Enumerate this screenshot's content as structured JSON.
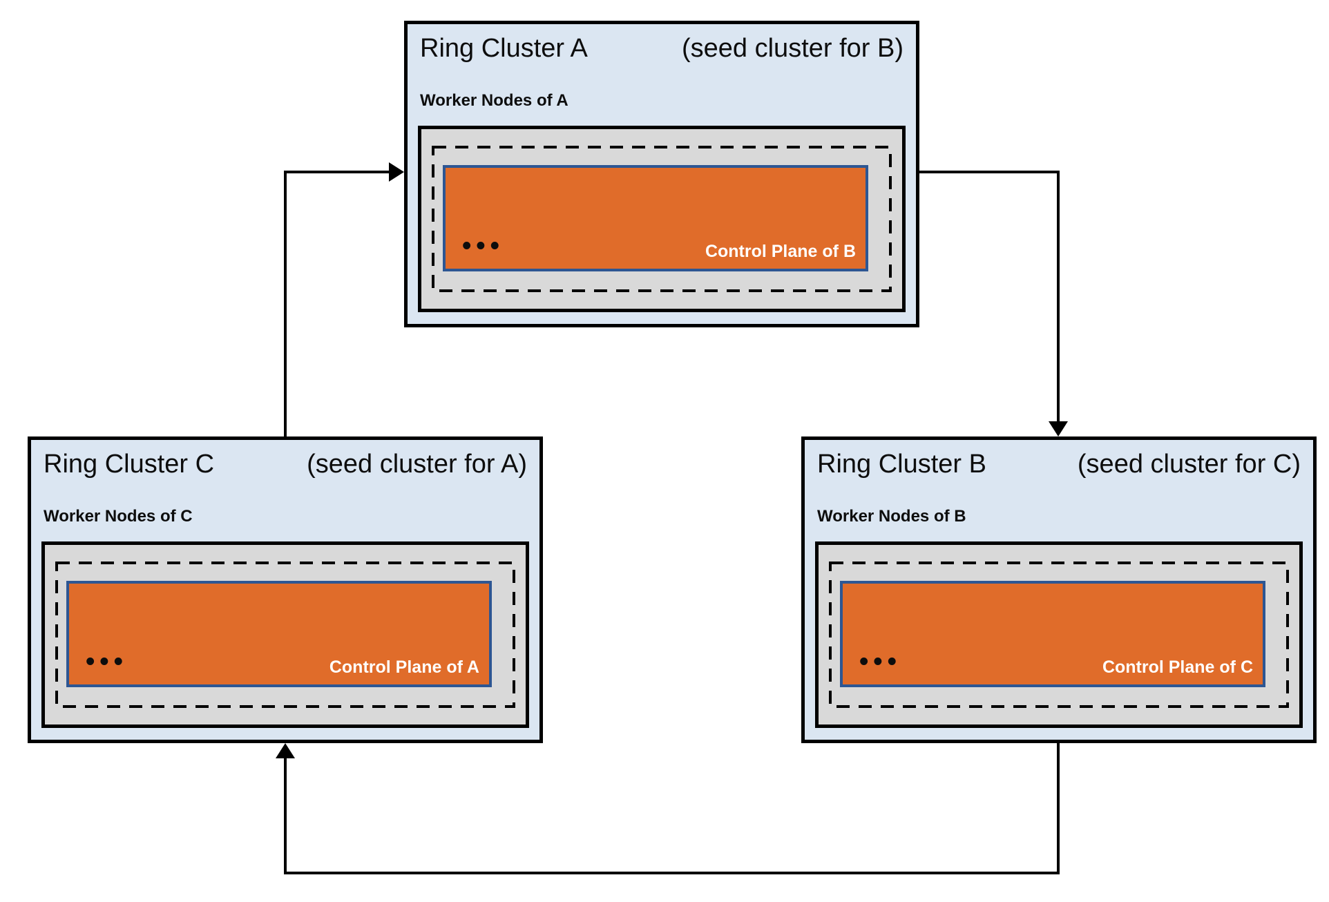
{
  "clusters": [
    {
      "id": "A",
      "title": "Ring Cluster A",
      "subtitle": "(seed cluster for B)",
      "worker_label": "Worker Nodes of A",
      "control_plane_label": "Control Plane of B",
      "dots": "•••"
    },
    {
      "id": "B",
      "title": "Ring Cluster B",
      "subtitle": "(seed cluster for C)",
      "worker_label": "Worker Nodes of B",
      "control_plane_label": "Control Plane of C",
      "dots": "•••"
    },
    {
      "id": "C",
      "title": "Ring Cluster C",
      "subtitle": "(seed cluster for A)",
      "worker_label": "Worker Nodes of C",
      "control_plane_label": "Control Plane of A",
      "dots": "•••"
    }
  ],
  "edges": [
    {
      "from": "Ring Cluster C",
      "to": "Ring Cluster A"
    },
    {
      "from": "Ring Cluster A",
      "to": "Ring Cluster B"
    },
    {
      "from": "Ring Cluster B",
      "to": "Ring Cluster C"
    }
  ],
  "colors": {
    "cluster_bg": "#dbe6f2",
    "worker_pool_bg": "#d9d9d9",
    "control_plane_bg": "#e06c2a",
    "control_plane_border": "#2d5693",
    "border": "#000000"
  }
}
